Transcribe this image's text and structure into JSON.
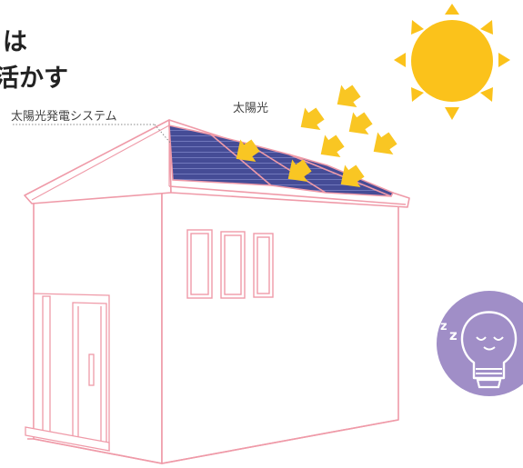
{
  "headline": {
    "line1": "は",
    "line2": "活かす"
  },
  "labels": {
    "solar_system": "太陽光発電システム",
    "sunlight": "太陽光"
  },
  "icons": {
    "sun": "sun-icon",
    "sunlight_arrows": "arrow-icon",
    "sleeping_bulb": "sleeping-light-bulb-icon"
  },
  "colors": {
    "house_outline": "#ef9aa8",
    "panel": "#454c96",
    "sun": "#fbc21b",
    "arrow": "#f9c623",
    "bulb_circle": "#a08ec7"
  }
}
